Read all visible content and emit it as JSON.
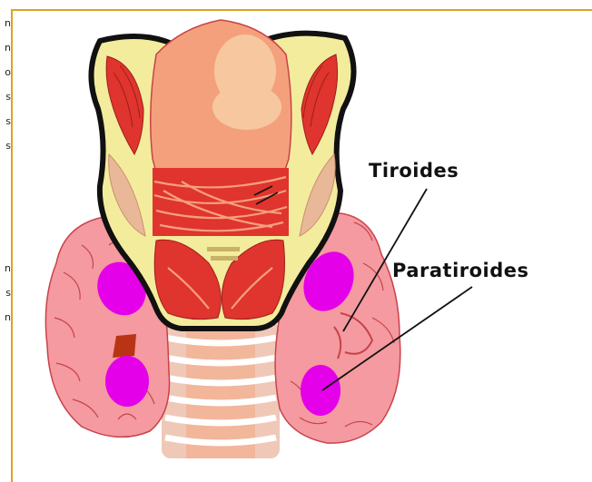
{
  "labels": {
    "thyroid": "Tiroides",
    "parathyroid": "Paratiroides"
  },
  "edge_fragments": [
    "n",
    "n",
    "o",
    "s",
    "s",
    "s",
    "n",
    "s",
    "n"
  ],
  "colors": {
    "frame": "#e0a21a",
    "thyroid": "#f49aa0",
    "thyroid_outline": "#c8434a",
    "parathyroid": "#e400e8",
    "larynx": "#f4a07c",
    "cartilage_light": "#f7c8a0",
    "muscle": "#e0342e",
    "yellow_tissue": "#f3ec9c",
    "trachea": "#f0c8b8",
    "trachea_ring": "#ffffff"
  }
}
